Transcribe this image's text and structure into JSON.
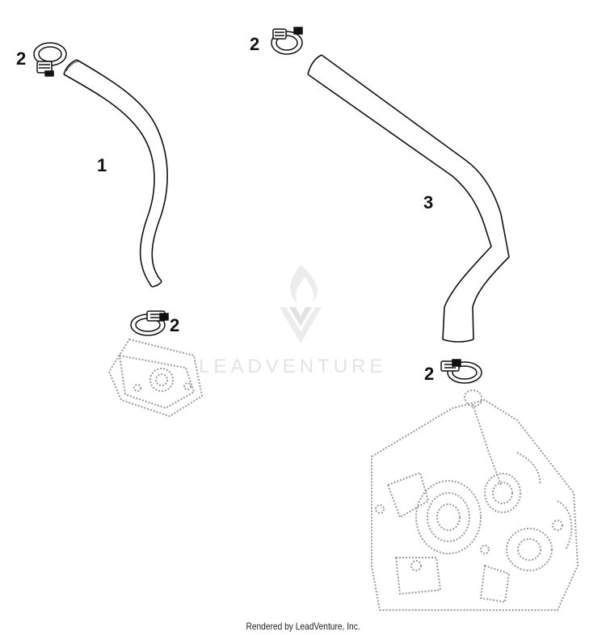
{
  "callouts": {
    "hose_left": "1",
    "clamp_top_left": "2",
    "clamp_top_right": "2",
    "clamp_bottom_left": "2",
    "hose_right": "3",
    "clamp_bottom_right": "2"
  },
  "watermark": {
    "text": "LEADVENTURE"
  },
  "footer": {
    "credit": "Rendered by LeadVenture, Inc."
  },
  "colors": {
    "line": "#111111",
    "watermark": "#e3e3e3",
    "engine_dots": "#9a9a9a"
  }
}
